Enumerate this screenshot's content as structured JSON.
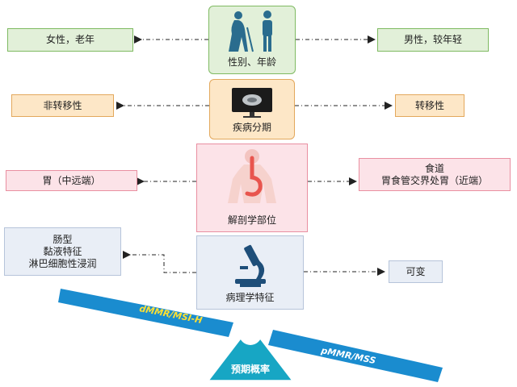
{
  "rows": [
    {
      "center": "性别、年龄",
      "left": [
        "女性，老年"
      ],
      "right": [
        "男性，较年轻"
      ]
    },
    {
      "center": "疾病分期",
      "left": [
        "非转移性"
      ],
      "right": [
        "转移性"
      ]
    },
    {
      "center": "解剖学部位",
      "left": [
        "胃（中远端）"
      ],
      "right": [
        "食道",
        "胃食管交界处胃（近端）"
      ]
    },
    {
      "center": "病理学特征",
      "left": [
        "肠型",
        "黏液特征",
        "淋巴细胞性浸润"
      ],
      "right": [
        "可变"
      ]
    }
  ],
  "scale": {
    "left_beam": "dMMR/MSI-H",
    "right_beam": "pMMR/MSS",
    "fulcrum": "预期概率"
  },
  "colors": {
    "beam": "#1a8ccf",
    "fulcrum": "#17a6c4",
    "left_beam_text": "#ffe033",
    "right_beam_text": "#ffffff"
  },
  "icons": [
    "elderly-person-icon",
    "monitor-scan-icon",
    "digestive-tract-icon",
    "microscope-icon"
  ]
}
